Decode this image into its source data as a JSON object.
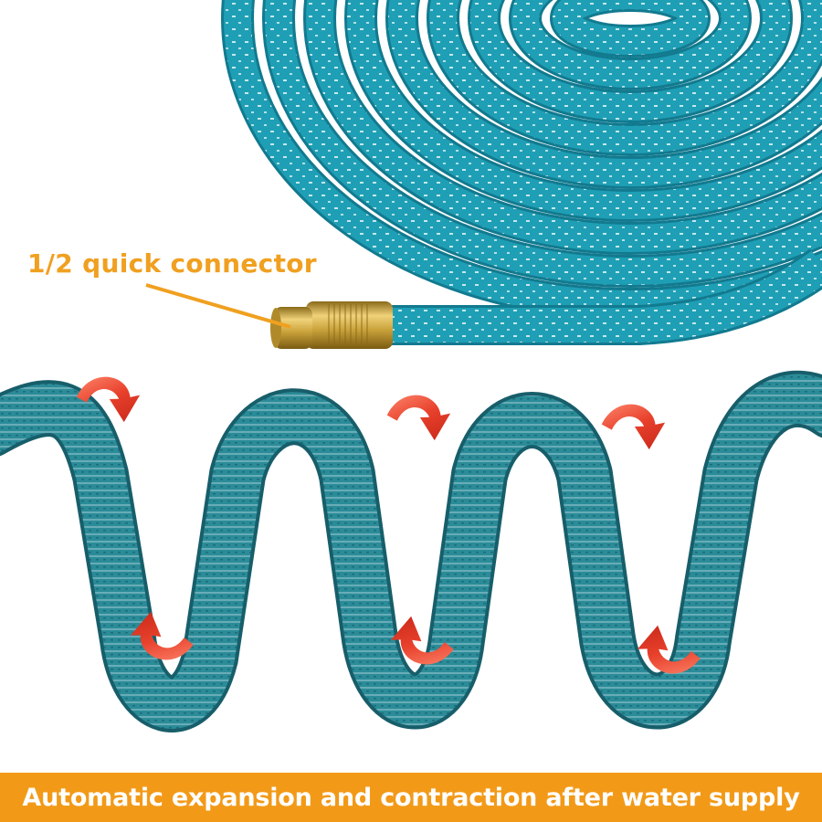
{
  "callout": {
    "label": "1/2 quick connector",
    "color": "#f0a020"
  },
  "banner": {
    "text": "Automatic expansion and contraction after water supply",
    "background": "#f29a18",
    "text_color": "#ffffff"
  },
  "colors": {
    "coil_hose": "#1f9fb5",
    "coil_hose_dark": "#127a8f",
    "coil_speckle": "#d8f0f4",
    "wavy_hose": "#2a8c98",
    "wavy_hose_dark": "#175e6a",
    "wavy_texture": "#9cc6cf",
    "brass": "#c9a23a",
    "brass_light": "#f0d27a",
    "brass_dark": "#8a6a18",
    "arrow_red": "#e8412c",
    "arrow_highlight": "#ff8a70"
  },
  "icons": {
    "arrows": [
      "curved-arrow-down",
      "curved-arrow-down",
      "curved-arrow-down",
      "curved-arrow-up",
      "curved-arrow-up",
      "curved-arrow-up"
    ]
  }
}
